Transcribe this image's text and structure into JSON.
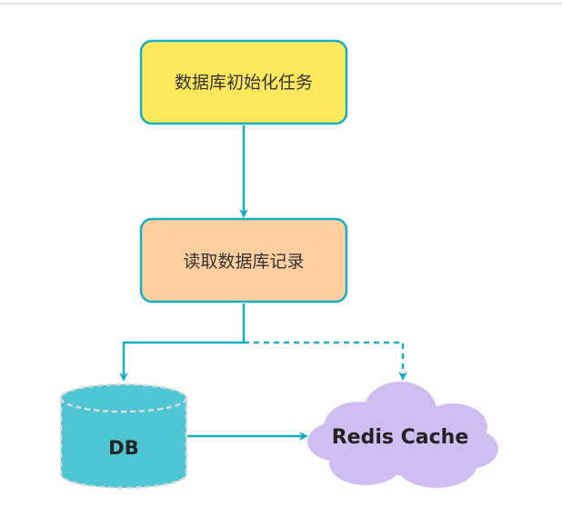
{
  "diagram": {
    "nodes": {
      "init_task": {
        "label": "数据库初始化任务",
        "shape": "rounded-rect",
        "fill": "#FFE85C",
        "stroke": "#13AFC2"
      },
      "read_records": {
        "label": "读取数据库记录",
        "shape": "rounded-rect",
        "fill": "#FFCFA0",
        "stroke": "#13AFC2"
      },
      "db": {
        "label": "DB",
        "shape": "cylinder",
        "fill": "#4FC6D3",
        "stroke": "#D9D9D9"
      },
      "redis": {
        "label": "Redis Cache",
        "shape": "cloud",
        "fill": "#D0BEF2"
      }
    },
    "edges": [
      {
        "from": "init_task",
        "to": "read_records",
        "style": "solid"
      },
      {
        "from": "read_records",
        "to": "db",
        "style": "solid"
      },
      {
        "from": "read_records",
        "to": "redis",
        "style": "dashed"
      },
      {
        "from": "db",
        "to": "redis",
        "style": "solid"
      }
    ],
    "colors": {
      "edge": "#13AFC2"
    }
  }
}
